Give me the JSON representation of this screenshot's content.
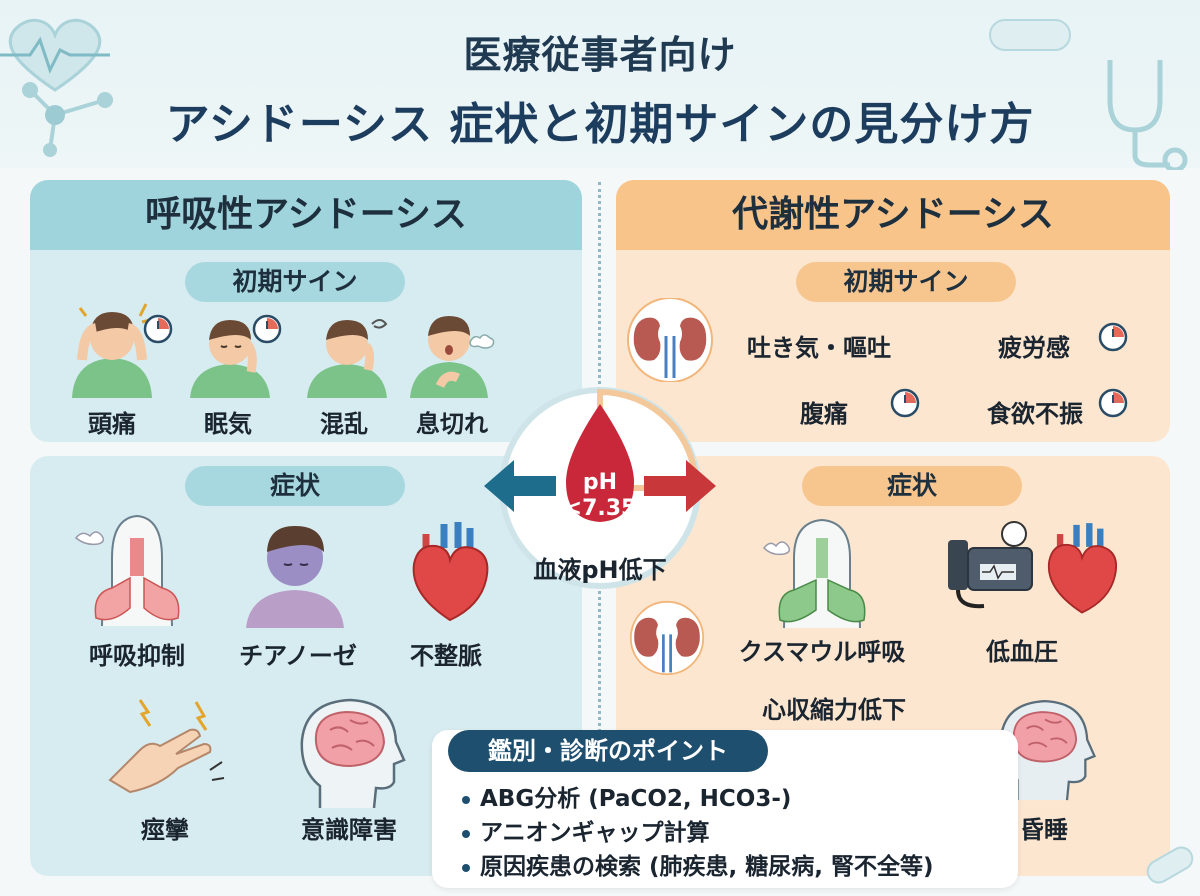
{
  "header": {
    "subtitle": "医療従事者向け",
    "title": "アシドーシス 症状と初期サインの見分け方"
  },
  "respiratory": {
    "heading": "呼吸性アシドーシス",
    "early_signs_label": "初期サイン",
    "early_signs": [
      "頭痛",
      "眠気",
      "混乱",
      "息切れ"
    ],
    "symptoms_label": "症状",
    "symptoms": [
      "呼吸抑制",
      "チアノーゼ",
      "不整脈",
      "痙攣",
      "意識障害"
    ]
  },
  "metabolic": {
    "heading": "代謝性アシドーシス",
    "early_signs_label": "初期サイン",
    "early_signs": [
      "吐き気・嘔吐",
      "疲労感",
      "腹痛",
      "食欲不振"
    ],
    "symptoms_label": "症状",
    "symptoms": [
      "クスマウル呼吸",
      "低血圧",
      "心収縮力低下",
      "昏睡"
    ]
  },
  "center": {
    "ph_line1": "pH",
    "ph_line2": "<7.35",
    "caption": "血液pH低下"
  },
  "diagnosis": {
    "title": "鑑別・診断のポイント",
    "points": [
      "ABG分析 (PaCO2, HCO3-)",
      "アニオンギャップ計算",
      "原因疾患の検索 (肺疾患, 糖尿病, 腎不全等)"
    ]
  },
  "colors": {
    "respiratory_bg": "#d7ecf0",
    "respiratory_accent": "#9fd4dd",
    "metabolic_bg": "#fce6cf",
    "metabolic_accent": "#f8c48a",
    "arrow_left": "#1f6d8c",
    "arrow_right": "#c8383a",
    "blood_drop": "#c8283a",
    "title_color": "#1d3d5e"
  },
  "icons": [
    "heart-pulse-icon",
    "molecule-icon",
    "stethoscope-icon",
    "clock-icon",
    "lungs-icon",
    "kidney-icon",
    "heart-icon",
    "brain-icon",
    "blood-pressure-monitor-icon",
    "blood-drop-icon",
    "hands-tremor-icon"
  ]
}
